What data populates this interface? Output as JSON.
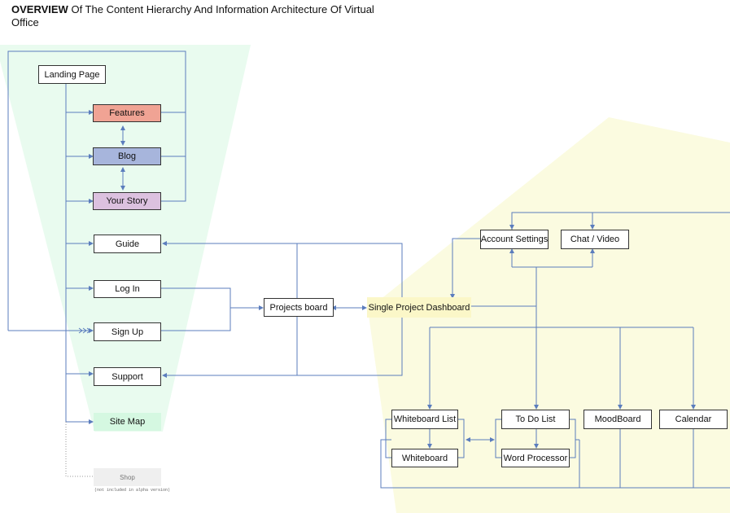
{
  "header": {
    "title_bold": "OVERVIEW",
    "title_rest": " Of The Content Hierarchy And Information Architecture Of Virtual Office"
  },
  "colors": {
    "green_zone": "#e9fbef",
    "yellow_zone": "#fbfbe0",
    "line": "#5b7dbd",
    "features_fill": "#f0a394",
    "blog_fill": "#a7b5dc",
    "story_fill": "#dcc1df",
    "sitemap_fill": "#d5f8e1",
    "dashboard_fill": "#fbf7c8",
    "shop_fill": "#efefef"
  },
  "nodes": {
    "landing": "Landing Page",
    "features": "Features",
    "blog": "Blog",
    "your_story": "Your Story",
    "guide": "Guide",
    "log_in": "Log In",
    "sign_up": "Sign Up",
    "support": "Support",
    "site_map": "Site Map",
    "shop": "Shop",
    "shop_note": "(not included in alpha version)",
    "projects_board": "Projects board",
    "single_dashboard": "Single Project Dashboard",
    "account_settings": "Account Settings",
    "chat_video": "Chat / Video",
    "whiteboard_list": "Whiteboard List",
    "whiteboard": "Whiteboard",
    "todo_list": "To Do List",
    "word_processor": "Word Processor",
    "moodboard": "MoodBoard",
    "calendar": "Calendar"
  }
}
